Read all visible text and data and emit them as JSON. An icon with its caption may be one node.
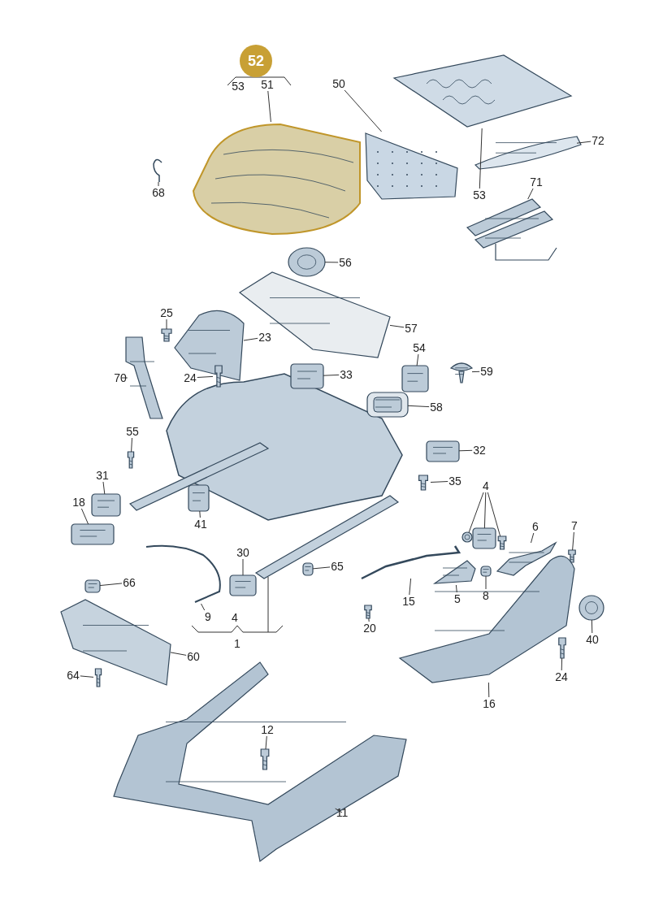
{
  "diagram": {
    "nodes": [
      {
        "text": [
          "52"
        ]
      },
      {
        "text": [
          "51"
        ]
      },
      {
        "text": [],
        "shape": "picture"
      },
      {
        "text": [
          "50"
        ]
      },
      {
        "text": [],
        "shape": "picture"
      },
      {
        "text": [
          "68"
        ]
      },
      {
        "text": [],
        "shape": "picture"
      },
      {
        "text": [
          "72"
        ]
      },
      {
        "text": [],
        "shape": "picture"
      },
      {
        "text": [
          "53"
        ]
      },
      {
        "text": [],
        "shape": "picture"
      },
      {
        "text": [
          "71"
        ]
      },
      {
        "text": [],
        "shape": "picture"
      },
      {
        "text": [
          "56"
        ]
      },
      {
        "text": [],
        "shape": "picture"
      },
      {
        "text": [
          "57"
        ]
      },
      {
        "text": [],
        "shape": "picture"
      },
      {
        "text": [
          "25"
        ]
      },
      {
        "text": [],
        "shape": "picture"
      },
      {
        "text": [
          "23"
        ]
      },
      {
        "text": [],
        "shape": "picture"
      },
      {
        "text": [
          "70"
        ]
      },
      {
        "text": [],
        "shape": "picture"
      },
      {
        "text": [
          "24"
        ]
      },
      {
        "text": [],
        "shape": "picture"
      },
      {
        "text": [
          "33"
        ]
      },
      {
        "text": [],
        "shape": "picture"
      },
      {
        "text": [
          "54"
        ]
      },
      {
        "text": [],
        "shape": "picture"
      },
      {
        "text": [
          "59"
        ]
      },
      {
        "text": [],
        "shape": "picture"
      },
      {
        "text": [
          "58"
        ]
      },
      {
        "text": [],
        "shape": "picture"
      },
      {
        "text": [
          "32"
        ]
      },
      {
        "text": [],
        "shape": "picture"
      },
      {
        "text": [
          "35"
        ]
      },
      {
        "text": [],
        "shape": "picture"
      },
      {
        "text": [
          "55"
        ]
      },
      {
        "text": [],
        "shape": "picture"
      },
      {
        "text": [
          "31"
        ]
      },
      {
        "text": [],
        "shape": "picture"
      },
      {
        "text": [
          "41"
        ]
      },
      {
        "text": [],
        "shape": "picture"
      },
      {
        "text": [
          "18"
        ]
      },
      {
        "text": [],
        "shape": "picture"
      },
      {
        "text": [
          "4"
        ]
      },
      {
        "text": [],
        "shape": "picture"
      },
      {
        "text": [],
        "shape": "picture"
      },
      {
        "text": [],
        "shape": "picture"
      },
      {
        "text": [
          "6"
        ]
      },
      {
        "text": [],
        "shape": "picture"
      },
      {
        "text": [
          "7"
        ]
      },
      {
        "text": [],
        "shape": "picture"
      },
      {
        "text": [
          "65"
        ]
      },
      {
        "text": [],
        "shape": "picture"
      },
      {
        "text": [
          "15"
        ]
      },
      {
        "text": [],
        "shape": "picture"
      },
      {
        "text": [
          "5"
        ]
      },
      {
        "text": [],
        "shape": "picture"
      },
      {
        "text": [
          "8"
        ]
      },
      {
        "text": [],
        "shape": "picture"
      },
      {
        "text": [
          "20"
        ]
      },
      {
        "text": [],
        "shape": "picture"
      },
      {
        "text": [
          "30"
        ]
      },
      {
        "text": [],
        "shape": "picture"
      },
      {
        "text": [
          "9"
        ]
      },
      {
        "text": [],
        "shape": "picture"
      },
      {
        "text": [
          "66"
        ]
      },
      {
        "text": [],
        "shape": "picture"
      },
      {
        "text": [
          "60"
        ]
      },
      {
        "text": [],
        "shape": "picture"
      },
      {
        "text": [
          "64"
        ]
      },
      {
        "text": [],
        "shape": "picture"
      },
      {
        "text": [
          "40"
        ]
      },
      {
        "text": [],
        "shape": "picture"
      },
      {
        "text": [
          "24"
        ]
      },
      {
        "text": [],
        "shape": "picture"
      },
      {
        "text": [
          "16"
        ]
      },
      {
        "text": [],
        "shape": "picture"
      },
      {
        "text": [
          "12"
        ]
      },
      {
        "text": [],
        "shape": "picture"
      },
      {
        "text": [
          "11"
        ]
      },
      {
        "text": [],
        "shape": "picture"
      }
    ],
    "edges": [
      {
        "from": 1,
        "to": 2,
        "arrow": "none"
      },
      {
        "from": 3,
        "to": 4,
        "arrow": "none"
      },
      {
        "from": 5,
        "to": 6,
        "arrow": "none"
      },
      {
        "from": 7,
        "to": 8,
        "arrow": "none"
      },
      {
        "from": 9,
        "to": 10,
        "arrow": "none"
      },
      {
        "from": 11,
        "to": 12,
        "arrow": "none"
      },
      {
        "from": 13,
        "to": 14,
        "arrow": "none"
      },
      {
        "from": 15,
        "to": 16,
        "arrow": "none"
      },
      {
        "from": 17,
        "to": 18,
        "arrow": "none"
      },
      {
        "from": 19,
        "to": 20,
        "arrow": "none"
      },
      {
        "from": 21,
        "to": 22,
        "arrow": "none"
      },
      {
        "from": 23,
        "to": 24,
        "arrow": "none"
      },
      {
        "from": 25,
        "to": 26,
        "arrow": "none"
      },
      {
        "from": 27,
        "to": 28,
        "arrow": "none"
      },
      {
        "from": 29,
        "to": 30,
        "arrow": "none"
      },
      {
        "from": 31,
        "to": 32,
        "arrow": "none"
      },
      {
        "from": 33,
        "to": 34,
        "arrow": "none"
      },
      {
        "from": 35,
        "to": 36,
        "arrow": "none"
      },
      {
        "from": 37,
        "to": 38,
        "arrow": "none"
      },
      {
        "from": 39,
        "to": 40,
        "arrow": "none"
      },
      {
        "from": 41,
        "to": 42,
        "arrow": "none"
      },
      {
        "from": 43,
        "to": 44,
        "arrow": "none"
      },
      {
        "from": 45,
        "to": 46,
        "arrow": "none"
      },
      {
        "from": 45,
        "to": 47,
        "arrow": "none"
      },
      {
        "from": 45,
        "to": 48,
        "arrow": "none"
      },
      {
        "from": 49,
        "to": 50,
        "arrow": "none"
      },
      {
        "from": 51,
        "to": 52,
        "arrow": "none"
      },
      {
        "from": 53,
        "to": 54,
        "arrow": "none"
      },
      {
        "from": 55,
        "to": 56,
        "arrow": "none"
      },
      {
        "from": 57,
        "to": 58,
        "arrow": "none"
      },
      {
        "from": 59,
        "to": 60,
        "arrow": "none"
      },
      {
        "from": 61,
        "to": 62,
        "arrow": "none"
      },
      {
        "from": 63,
        "to": 64,
        "arrow": "none"
      },
      {
        "from": 65,
        "to": 66,
        "arrow": "none"
      },
      {
        "from": 67,
        "to": 68,
        "arrow": "none"
      },
      {
        "from": 69,
        "to": 70,
        "arrow": "none"
      },
      {
        "from": 71,
        "to": 72,
        "arrow": "none"
      },
      {
        "from": 73,
        "to": 74,
        "arrow": "none"
      },
      {
        "from": 75,
        "to": 76,
        "arrow": "none"
      },
      {
        "from": 77,
        "to": 78,
        "arrow": "none"
      },
      {
        "from": 79,
        "to": 80,
        "arrow": "none"
      },
      {
        "from": 81,
        "to": 82,
        "arrow": "none"
      }
    ],
    "labels": [
      "53",
      "4",
      "1"
    ]
  }
}
